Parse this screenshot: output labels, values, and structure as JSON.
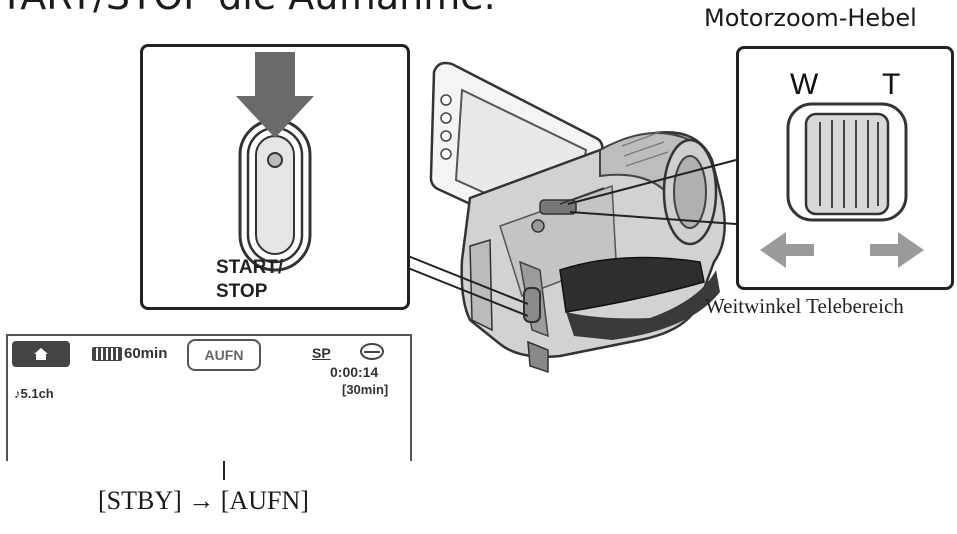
{
  "header": {
    "text": "TART/STOP die Aufnahme."
  },
  "zoom_lever": {
    "title": "Motorzoom-Hebel",
    "w_label": "W",
    "t_label": "T",
    "caption": "Weitwinkel Telebereich"
  },
  "start_stop": {
    "line1": "START/",
    "line2": "STOP"
  },
  "lcd": {
    "battery_time": "60min",
    "mode_badge": "AUFN",
    "quality": "SP",
    "counter": "0:00:14",
    "remaining": "[30min]",
    "audio": "♪5.1ch"
  },
  "status_change": {
    "text": "[STBY] → [AUFN]"
  }
}
